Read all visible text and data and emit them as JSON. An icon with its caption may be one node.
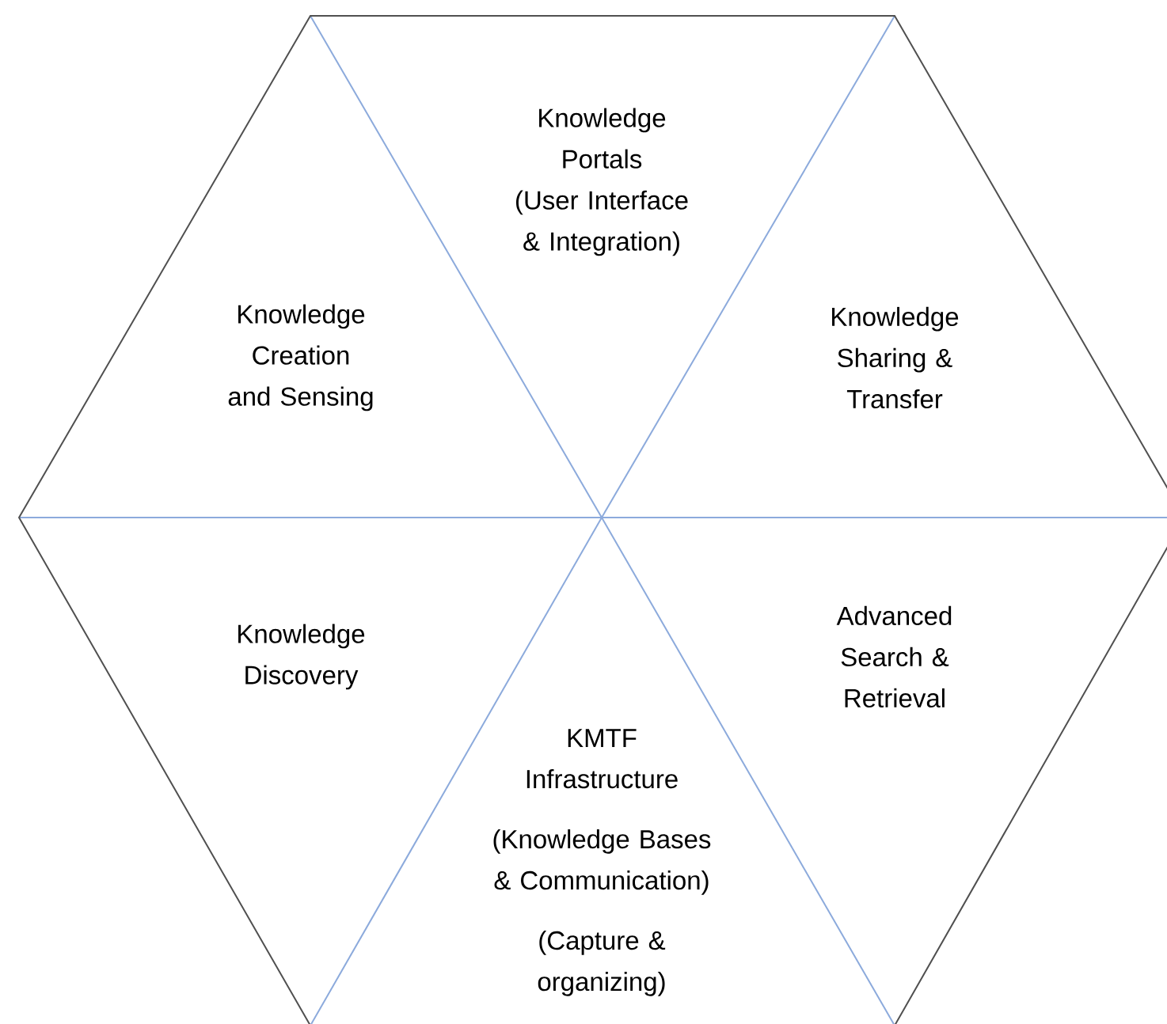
{
  "diagram": {
    "nodes": [
      {
        "text": [
          "Knowledge Portals",
          "(User Interface & Integration)"
        ]
      },
      {
        "text": [
          "Knowledge Creation and Sensing"
        ]
      },
      {
        "text": [
          "Knowledge Sharing & Transfer"
        ]
      },
      {
        "text": [
          "Knowledge Discovery"
        ]
      },
      {
        "text": [
          "KMTF Infrastructure",
          "(Knowledge Bases & Communication)",
          "(Capture & organizing)"
        ]
      },
      {
        "text": [
          "Advanced Search & Retrieval"
        ]
      }
    ]
  }
}
